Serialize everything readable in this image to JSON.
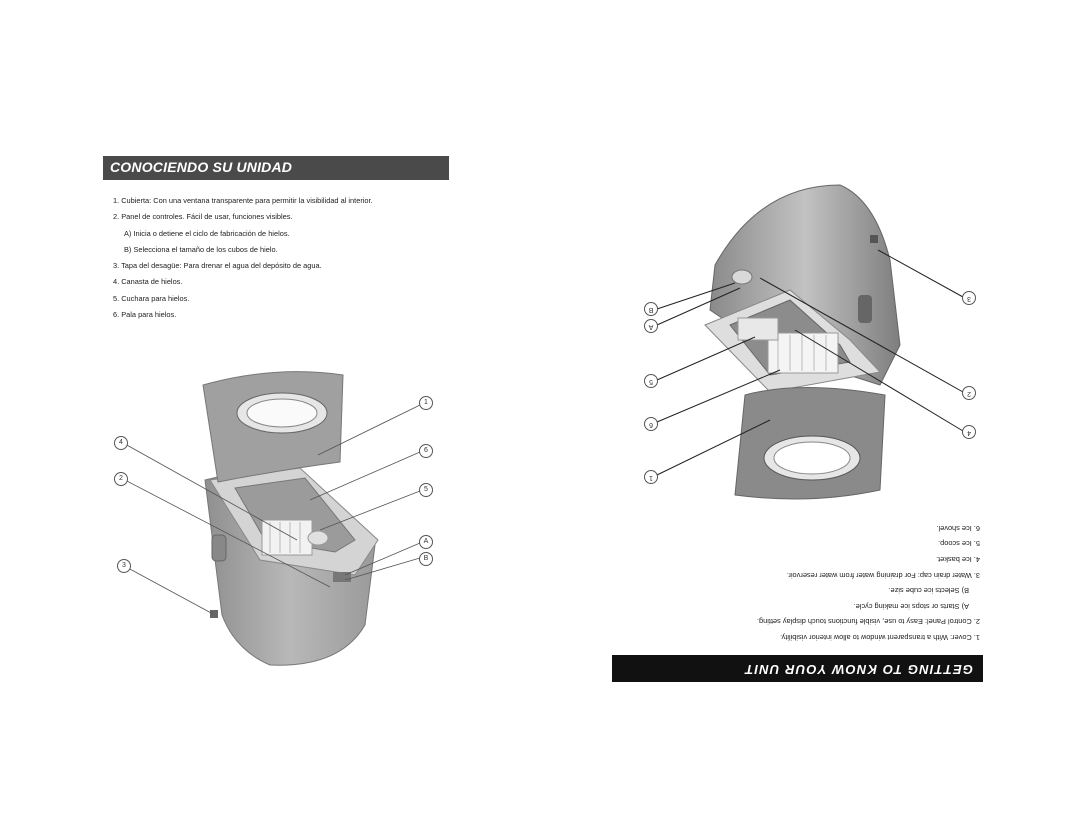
{
  "spanish": {
    "title": "CONOCIENDO SU UNIDAD",
    "items": [
      "1. Cubierta: Con una ventana transparente para permitir la visibilidad al interior.",
      "2. Panel de controles. Fácil de usar, funciones visibles.",
      "A) Inicia o detiene el ciclo de fabricación de hielos.",
      "B) Selecciona el tamaño de los cubos de hielo.",
      "3. Tapa del desagüe: Para drenar el agua del depósito de agua.",
      "4. Canasta de hielos.",
      "5. Cuchara para hielos.",
      "6. Pala para hielos."
    ],
    "callouts": [
      "1",
      "4",
      "6",
      "2",
      "5",
      "A",
      "B",
      "3"
    ]
  },
  "english": {
    "title": "GETTING TO KNOW YOUR UNIT",
    "items": [
      "1. Cover:          With a transparent window to allow interior visibility.",
      "2. Control Panel:   Easy to use, visible functions touch display setting.",
      "A)  Starts or stops ice making cycle.",
      "B)  Selects ice cube size.",
      "3. Water drain cap:   For draining water from water reservoir.",
      "4. Ice basket.",
      "5. Ice scoop.",
      "6. Ice shovel."
    ],
    "callouts": [
      "3",
      "B",
      "A",
      "5",
      "2",
      "6",
      "4",
      "1"
    ]
  }
}
